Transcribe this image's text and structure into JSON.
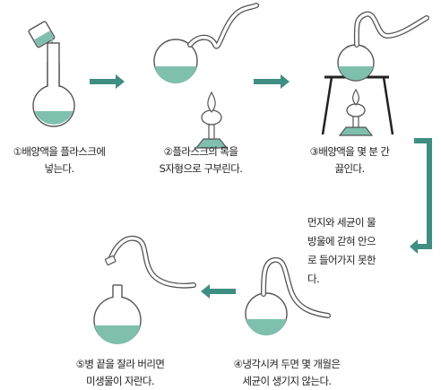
{
  "steps": [
    {
      "num": "①",
      "line1": "배양액을 플라스크에",
      "line2": "넣는다."
    },
    {
      "num": "②",
      "line1": "플라스크의 목을",
      "line2": "S자형으로 구부린다."
    },
    {
      "num": "③",
      "line1": "배양액을 몇 분 간",
      "line2": "끓인다."
    },
    {
      "num": "④",
      "line1": "냉각시켜 두면 몇 개월은",
      "line2": "세균이 생기지 않는다."
    },
    {
      "num": "⑤",
      "line1": "병 끝을 잘라 버리면",
      "line2": "미생물이 자란다."
    }
  ],
  "note": {
    "lines": [
      "먼지와 세균이 물",
      "방울에 갇혀 안으",
      "로 들어가지 못한",
      "다."
    ]
  },
  "colors": {
    "liquid": "#7fbfae",
    "arrow": "#3f8e84",
    "outline": "#555555"
  }
}
